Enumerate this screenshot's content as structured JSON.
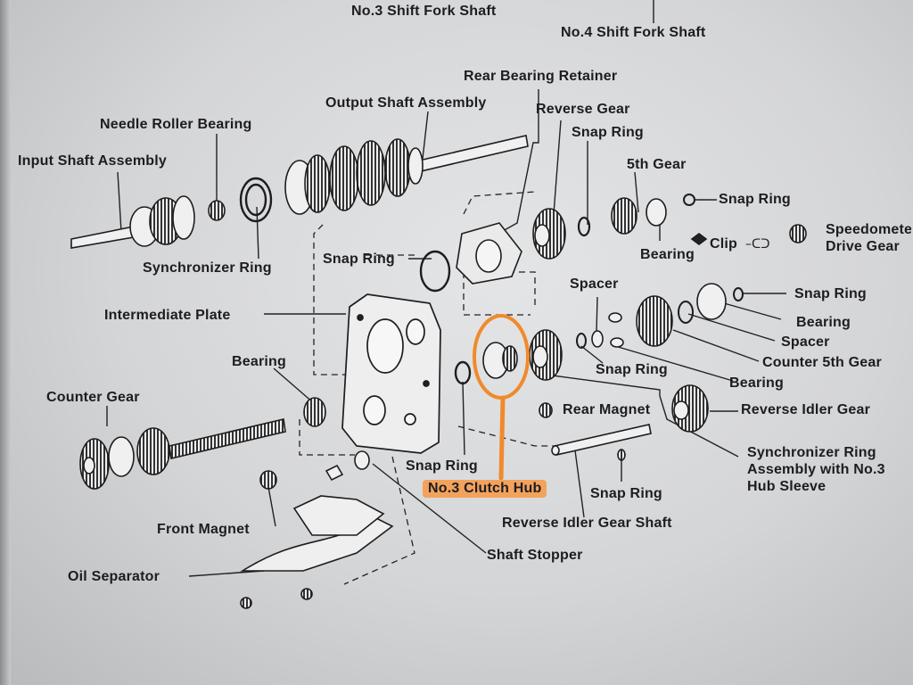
{
  "labels": {
    "no3_shift_fork_shaft": "No.3 Shift Fork Shaft",
    "no4_shift_fork_shaft": "No.4 Shift Fork Shaft",
    "rear_bearing_retainer": "Rear Bearing Retainer",
    "output_shaft_assembly": "Output Shaft Assembly",
    "reverse_gear": "Reverse Gear",
    "needle_roller_bearing": "Needle Roller Bearing",
    "snap_ring_top": "Snap Ring",
    "input_shaft_assembly": "Input Shaft Assembly",
    "fifth_gear": "5th Gear",
    "snap_ring_right_top": "Snap Ring",
    "speedometer_drive_gear": "Speedomete Drive Gear",
    "clip": "Clip",
    "bearing_5th": "Bearing",
    "snap_ring_retainer": "Snap Ring",
    "synchronizer_ring": "Synchronizer Ring",
    "spacer_mid": "Spacer",
    "snap_ring_right_mid": "Snap Ring",
    "intermediate_plate": "Intermediate Plate",
    "bearing_right": "Bearing",
    "spacer_right": "Spacer",
    "counter_5th_gear": "Counter 5th Gear",
    "bearing_left": "Bearing",
    "snap_ring_hub": "Snap Ring",
    "bearing_lower": "Bearing",
    "counter_gear": "Counter Gear",
    "rear_magnet": "Rear Magnet",
    "reverse_idler_gear": "Reverse Idler Gear",
    "synchronizer_ring_assembly": "Synchronizer Ring Assembly with No.3 Hub Sleeve",
    "snap_ring_lower": "Snap Ring",
    "no3_clutch_hub": "No.3 Clutch Hub",
    "snap_ring_bottom": "Snap Ring",
    "front_magnet": "Front Magnet",
    "reverse_idler_gear_shaft": "Reverse Idler Gear Shaft",
    "shaft_stopper": "Shaft Stopper",
    "oil_separator": "Oil Separator"
  },
  "highlight_color": "#f3a25c"
}
